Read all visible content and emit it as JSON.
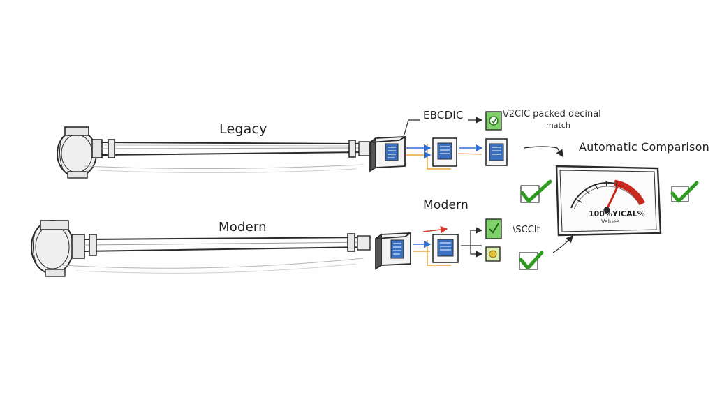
{
  "labels": {
    "legacy": "Legacy",
    "modern_pipe": "Modern",
    "modern_stream": "Modern",
    "ebcdic": "EBCDIC",
    "ebcdic_note": "\\/2CIC packed decinal",
    "match": "match",
    "ascii": "\\SCCIt",
    "automatic_comparison": "Automatic Comparison",
    "gauge_main": "100%YICAL%",
    "gauge_sub": "Values"
  },
  "icons": {
    "pipe": "pipe-icon",
    "processor": "box-processor-icon",
    "document": "document-icon",
    "check": "green-checkmark-icon",
    "gauge": "gauge-meter-icon"
  },
  "colors": {
    "ink": "#2b2b2b",
    "pipe_fill": "#f4f4f4",
    "check_green": "#2e9a1f",
    "gauge_red": "#c8281e",
    "flow_blue": "#2f6fd6",
    "flow_orange": "#e8a23a",
    "flow_red": "#d23a2a",
    "doc_green": "#5cb85c"
  }
}
